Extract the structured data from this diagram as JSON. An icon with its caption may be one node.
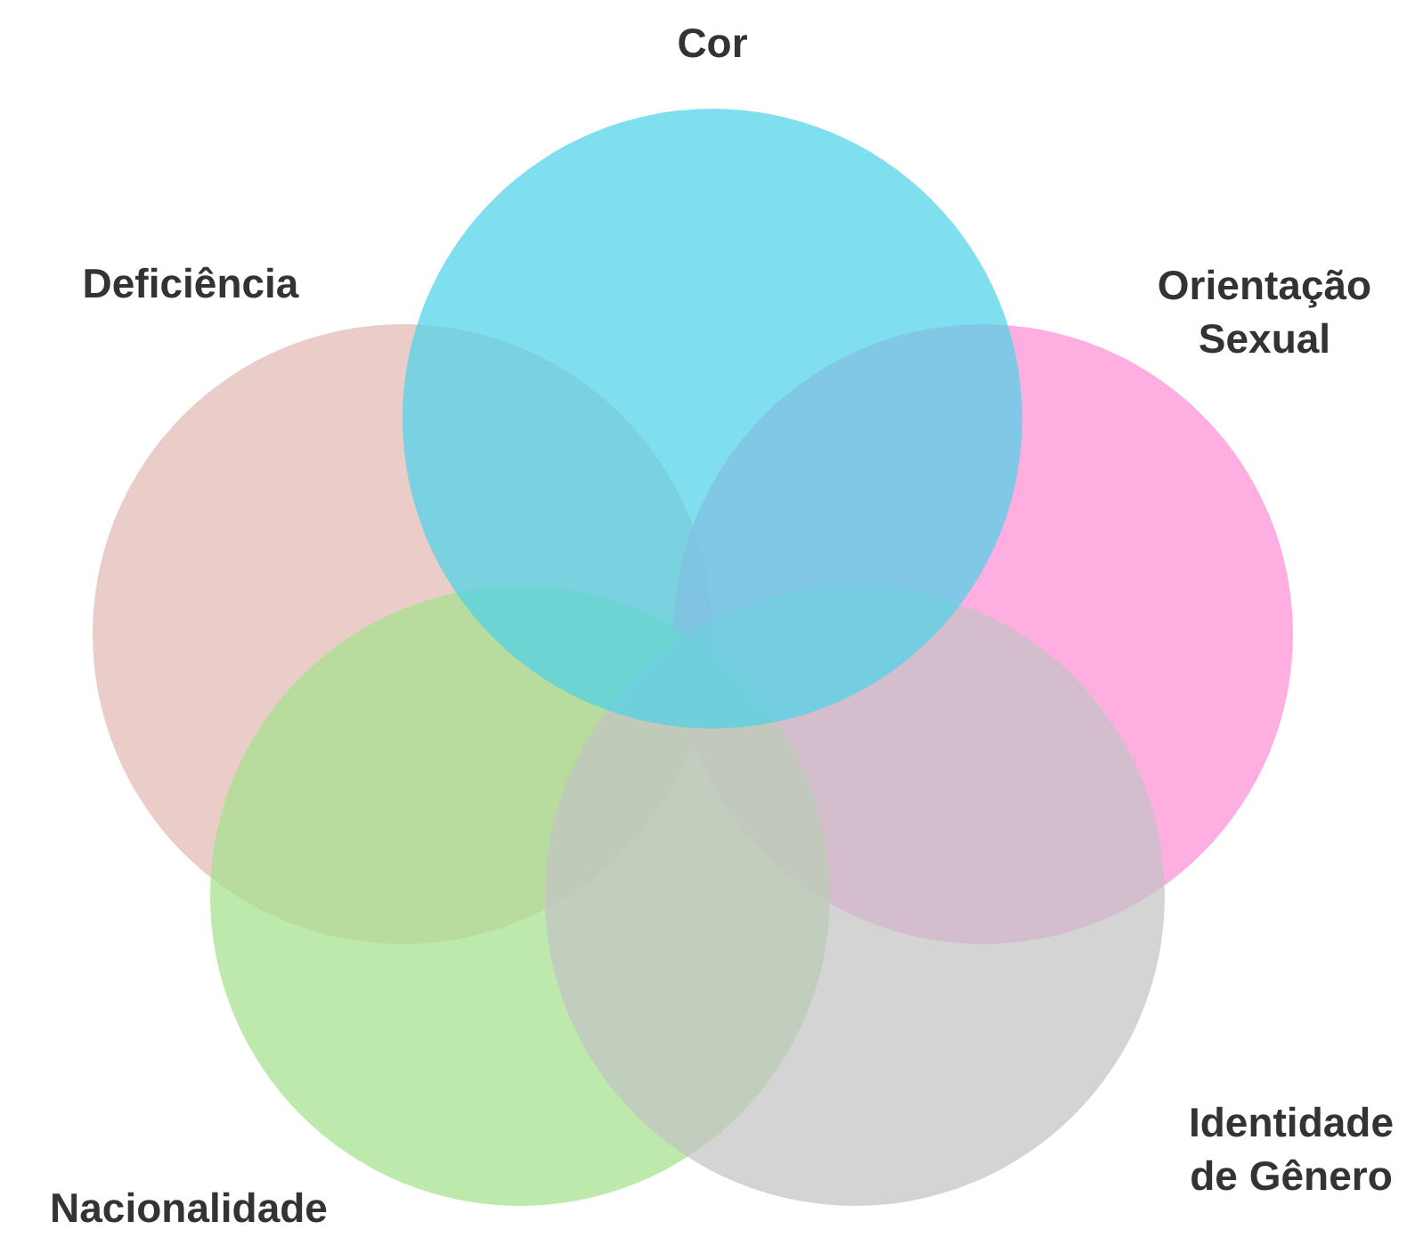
{
  "diagram": {
    "nodes": [
      {
        "text": [
          "Cor"
        ]
      },
      {
        "text": [
          "Deficiência"
        ]
      },
      {
        "text": [
          "Orientação Sexual"
        ]
      },
      {
        "text": [
          "Nacionalidade"
        ]
      },
      {
        "text": [
          "Identidade de Gênero"
        ]
      }
    ]
  }
}
